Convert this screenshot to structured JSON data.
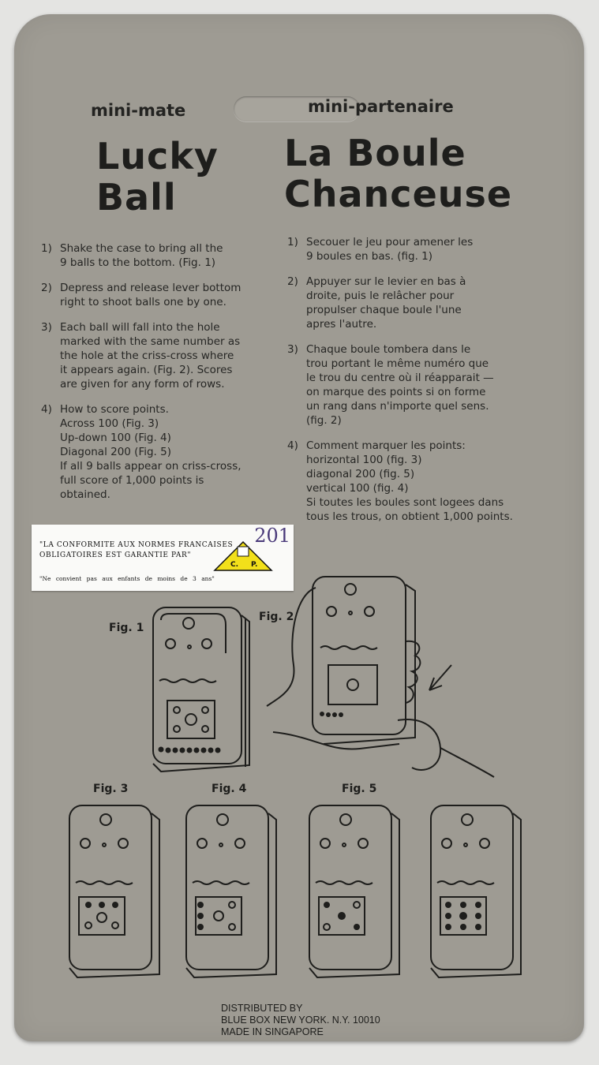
{
  "header": {
    "brand_en": "mini-mate",
    "brand_fr": "mini-partenaire",
    "title_en": [
      "Lucky",
      "Ball"
    ],
    "title_fr": [
      "La Boule",
      "Chanceuse"
    ]
  },
  "instructions_en": [
    {
      "num": "1)",
      "lines": [
        "Shake the case to bring all the",
        "9 balls to the bottom.  (Fig. 1)"
      ]
    },
    {
      "num": "2)",
      "lines": [
        "Depress and release lever bottom",
        "right to shoot balls one by one."
      ]
    },
    {
      "num": "3)",
      "lines": [
        "Each ball will fall into the hole",
        "marked with the same number as",
        "the hole at the criss-cross where",
        "it appears again. (Fig. 2). Scores",
        "are given for any form of rows."
      ]
    },
    {
      "num": "4)",
      "lines": [
        "How to score points."
      ],
      "sub": [
        "Across 100  (Fig. 3)",
        "Up-down 100 (Fig. 4)",
        "Diagonal 200  (Fig. 5)"
      ],
      "tail": [
        "If all 9 balls appear on criss-cross,",
        "full score of 1,000 points is",
        "obtained."
      ]
    }
  ],
  "instructions_fr": [
    {
      "num": "1)",
      "lines": [
        "Secouer le jeu pour amener les",
        "9 boules en bas.     (fig. 1)"
      ]
    },
    {
      "num": "2)",
      "lines": [
        "Appuyer sur le levier en bas à",
        "droite, puis le relâcher pour",
        "propulser chaque boule l'une",
        "apres l'autre."
      ]
    },
    {
      "num": "3)",
      "lines": [
        "Chaque boule tombera dans le",
        "trou portant le même numéro que",
        "le trou du centre où il réapparait —",
        "on marque des points si on forme",
        "un rang dans n'importe quel sens.",
        "(fig. 2)"
      ]
    },
    {
      "num": "4)",
      "lines": [
        "Comment marquer les points:",
        "horizontal 100  (fig. 3)",
        "diagonal 200 (fig. 5)",
        "vertical 100  (fig. 4)",
        "Si toutes les boules sont logees dans",
        "tous les trous, on obtient 1,000 points."
      ]
    }
  ],
  "sticker": {
    "line1": "\"LA CONFORMITE AUX NORMES FRANCAISES OBLIGATOIRES EST GARANTIE PAR\"",
    "line2": "\"Ne convient pas aux enfants de moins de 3 ans\"",
    "code": "201",
    "logo_c": "C.",
    "logo_p": "P."
  },
  "figures": {
    "fig1": "Fig. 1",
    "fig2": "Fig. 2",
    "fig3": "Fig. 3",
    "fig4": "Fig. 4",
    "fig5": "Fig. 5"
  },
  "footer": {
    "line1": "DISTRIBUTED BY",
    "line2": "BLUE BOX NEW YORK. N.Y. 10010",
    "line3": "MADE IN SINGAPORE"
  },
  "colors": {
    "card": "#9e9b93",
    "ink": "#1e1e1c",
    "sticker_yellow": "#f2e01a",
    "code_ink": "#4a3a7a"
  }
}
